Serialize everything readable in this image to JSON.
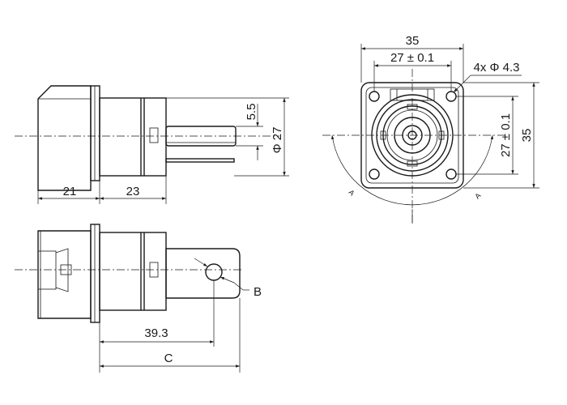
{
  "side_view": {
    "dim_left_length": "21",
    "dim_body_length": "23",
    "dim_pin_diameter": "5.5",
    "dim_body_diameter": "Φ 27"
  },
  "front_view": {
    "dim_overall_width": "35",
    "dim_hole_spacing_h": "27 ± 0.1",
    "dim_hole_callout": "4x Φ 4.3",
    "dim_hole_spacing_v": "27 ± 0.1",
    "dim_overall_height": "35",
    "rotation_mark_left": "A",
    "rotation_mark_right": "A"
  },
  "top_view": {
    "dim_to_hole": "39.3",
    "dim_total": "C",
    "hole_label": "B"
  }
}
